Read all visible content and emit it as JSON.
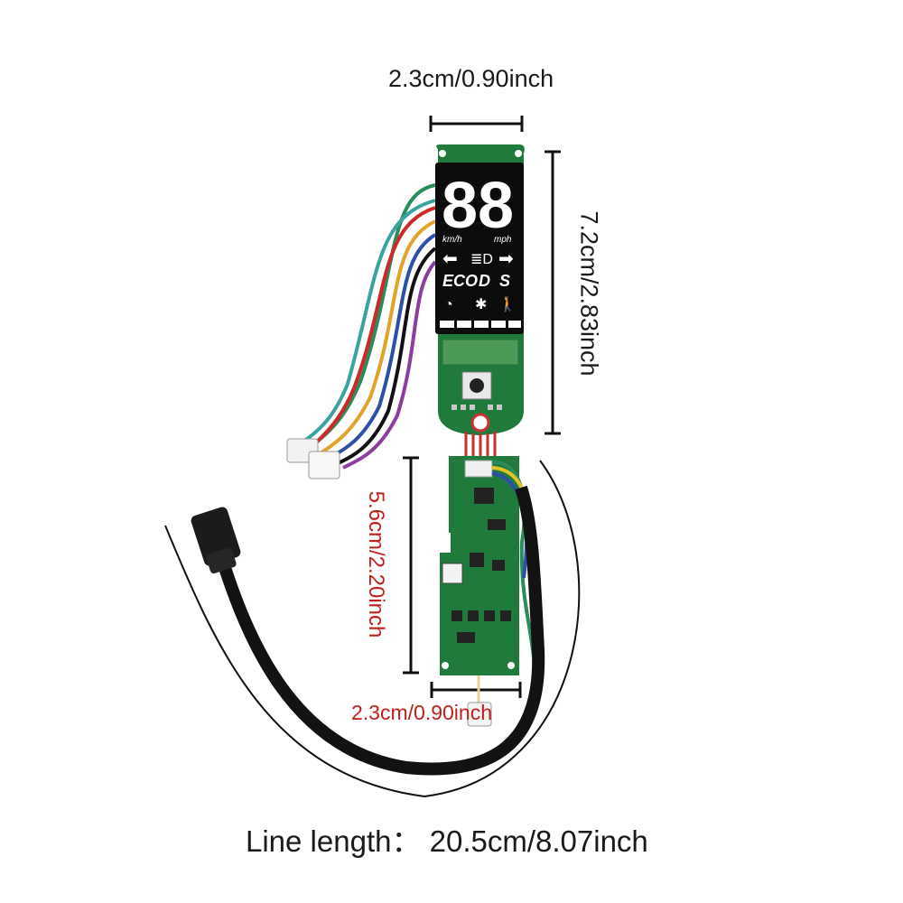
{
  "dimensions": {
    "display_width": "2.3cm/0.90inch",
    "display_height": "7.2cm/2.83inch",
    "board_height": "5.6cm/2.20inch",
    "board_width": "2.3cm/0.90inch",
    "line_length": "Line length：  20.5cm/8.07inch"
  },
  "display_panel": {
    "digits": "88",
    "unit_left": "km/h",
    "unit_right": "mph",
    "mode_labels": [
      "ECO",
      "D",
      "S"
    ]
  },
  "colors": {
    "pcb": "#1f7a3c",
    "screen": "#0c0c0c",
    "label_black": "#1a1a1a",
    "label_red": "#c0201a",
    "cable": "#121212"
  },
  "icons": [
    "left-arrow-icon",
    "headlight-icon",
    "right-arrow-icon",
    "speedometer-icon",
    "bluetooth-icon",
    "walking-person-icon"
  ]
}
